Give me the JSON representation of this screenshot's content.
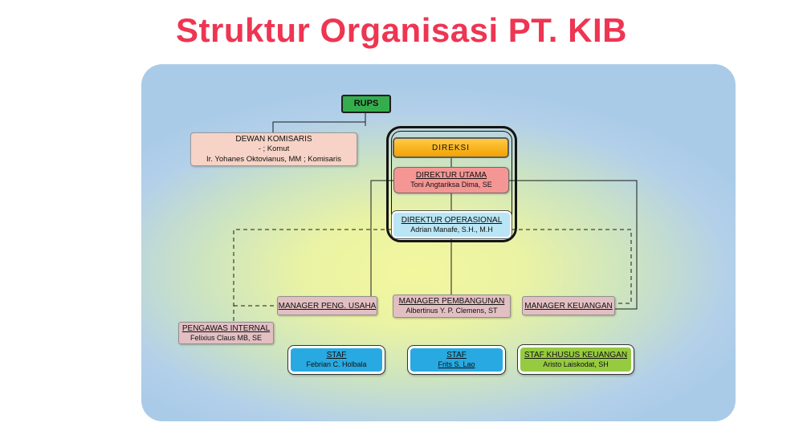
{
  "title": "Struktur Organisasi PT. KIB",
  "org": {
    "rups": {
      "label": "RUPS"
    },
    "dewan_komisaris": {
      "title": "DEWAN KOMISARIS",
      "line2": "- ; Komut",
      "line3": "Ir. Yohanes Oktovianus, MM ; Komisaris"
    },
    "direksi": {
      "label": "DIREKSI"
    },
    "direktur_utama": {
      "title": "DIREKTUR UTAMA",
      "name": "Toni Angtariksa Dima, SE"
    },
    "direktur_operasional": {
      "title": "DIREKTUR OPERASIONAL",
      "name": "Adrian Manafe, S.H., M.H"
    },
    "manager_peng_usaha": {
      "title": "MANAGER PENG. USAHA"
    },
    "manager_pembangunan": {
      "title": "MANAGER PEMBANGUNAN",
      "name": "Albertinus Y. P. Clemens, ST"
    },
    "manager_keuangan": {
      "title": "MANAGER KEUANGAN"
    },
    "pengawas_internal": {
      "title": "PENGAWAS INTERNAL",
      "name": "Felixius Claus MB, SE"
    },
    "staf_peng_usaha": {
      "title": "STAF",
      "name": "Febrian C. Holbala"
    },
    "staf_pembangunan": {
      "title": "STAF",
      "name": "Frits S. Lao"
    },
    "staf_khusus_keuangan": {
      "title": "STAF KHUSUS KEUANGAN",
      "name": "Aristo Laiskodat, SH"
    }
  },
  "colors": {
    "title_red": "#ee3552",
    "rups_green": "#35ad4d",
    "komisaris_peach": "#f6d3c6",
    "direksi_amber": "#f3a104",
    "direktur_utama_salmon": "#f49694",
    "direktur_operasional_blue": "#b9e5f4",
    "manager_mauve": "#e2bfc2",
    "staf_blue": "#29a9e1",
    "staf_green": "#96ca40",
    "panel_edge_blue": "#aacbe8",
    "panel_center_yellow": "#f3f79e"
  }
}
